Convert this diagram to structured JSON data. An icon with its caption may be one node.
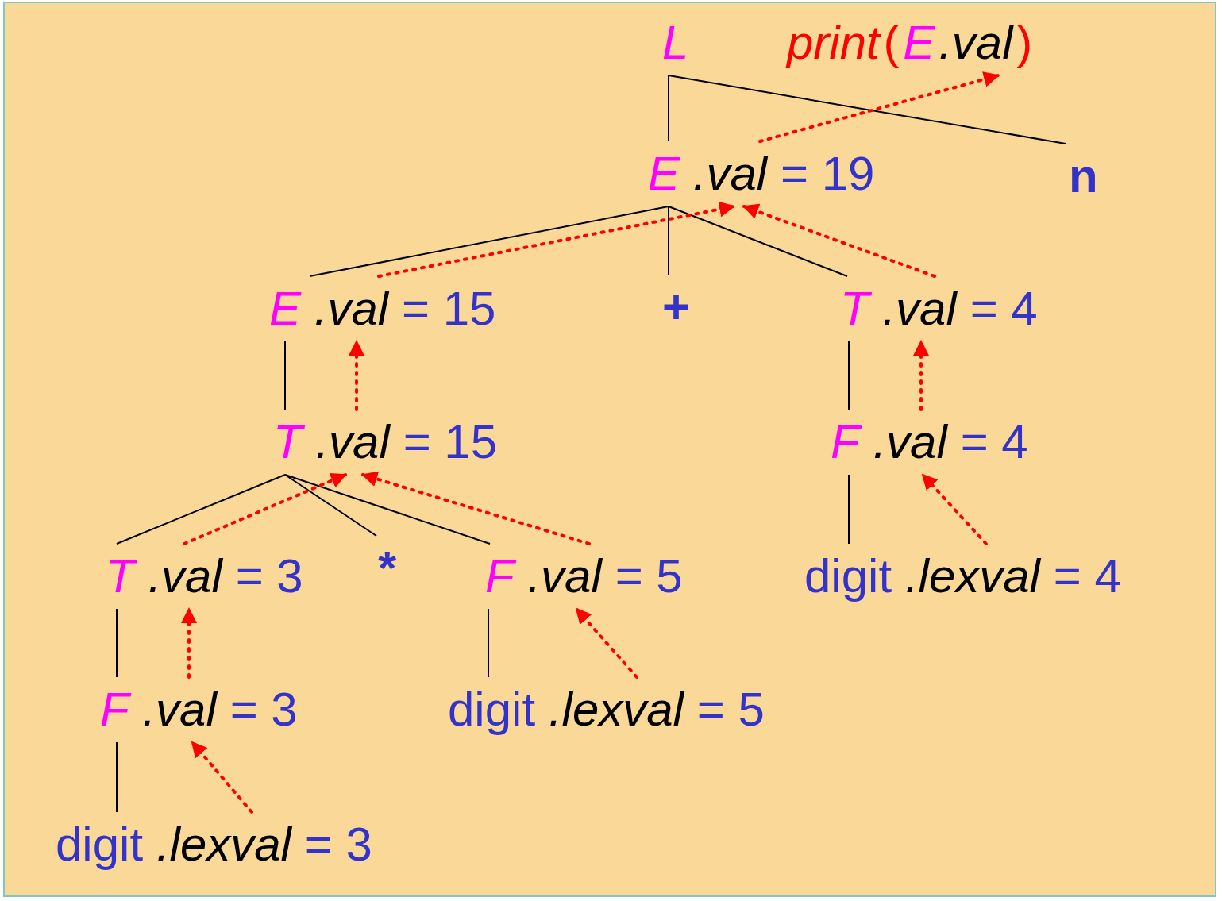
{
  "diagram": {
    "nodes": [
      {
        "text": [
          "L"
        ]
      },
      {
        "text": [
          "print",
          "(",
          "E",
          ".val",
          ")"
        ]
      },
      {
        "text": [
          "E",
          ".val",
          "= 19"
        ]
      },
      {
        "text": [
          "n"
        ]
      },
      {
        "text": [
          "E",
          ".val",
          "= 15"
        ]
      },
      {
        "text": [
          "+"
        ]
      },
      {
        "text": [
          "T",
          ".val",
          "= 4"
        ]
      },
      {
        "text": [
          "T",
          ".val",
          "= 15"
        ]
      },
      {
        "text": [
          "F",
          ".val",
          "= 4"
        ]
      },
      {
        "text": [
          "T",
          ".val",
          "= 3"
        ]
      },
      {
        "text": [
          "*"
        ]
      },
      {
        "text": [
          "F",
          ".val",
          "= 5"
        ]
      },
      {
        "text": [
          "digit",
          ".lexval",
          "= 4"
        ]
      },
      {
        "text": [
          "F",
          ".val",
          "= 3"
        ]
      },
      {
        "text": [
          "digit",
          ".lexval",
          "= 5"
        ]
      },
      {
        "text": [
          "digit",
          ".lexval",
          "= 3"
        ]
      }
    ],
    "edges": [
      {
        "from": 0,
        "to": 2,
        "arrow": "none"
      },
      {
        "from": 0,
        "to": 3,
        "arrow": "none"
      },
      {
        "from": 2,
        "to": 4,
        "arrow": "none"
      },
      {
        "from": 2,
        "to": 5,
        "arrow": "none"
      },
      {
        "from": 2,
        "to": 6,
        "arrow": "none"
      },
      {
        "from": 4,
        "to": 7,
        "arrow": "none"
      },
      {
        "from": 6,
        "to": 8,
        "arrow": "none"
      },
      {
        "from": 7,
        "to": 9,
        "arrow": "none"
      },
      {
        "from": 7,
        "to": 10,
        "arrow": "none"
      },
      {
        "from": 7,
        "to": 11,
        "arrow": "none"
      },
      {
        "from": 8,
        "to": 12,
        "arrow": "none"
      },
      {
        "from": 9,
        "to": 13,
        "arrow": "none"
      },
      {
        "from": 11,
        "to": 14,
        "arrow": "none"
      },
      {
        "from": 13,
        "to": 15,
        "arrow": "none"
      },
      {
        "from": 2,
        "to": 1,
        "arrow": "to",
        "style": "dashed",
        "color": "#ff0000"
      },
      {
        "from": 4,
        "to": 2,
        "arrow": "to",
        "style": "dashed",
        "color": "#ff0000"
      },
      {
        "from": 6,
        "to": 2,
        "arrow": "to",
        "style": "dashed",
        "color": "#ff0000"
      },
      {
        "from": 7,
        "to": 4,
        "arrow": "to",
        "style": "dashed",
        "color": "#ff0000"
      },
      {
        "from": 9,
        "to": 7,
        "arrow": "to",
        "style": "dashed",
        "color": "#ff0000"
      },
      {
        "from": 11,
        "to": 7,
        "arrow": "to",
        "style": "dashed",
        "color": "#ff0000"
      },
      {
        "from": 8,
        "to": 6,
        "arrow": "to",
        "style": "dashed",
        "color": "#ff0000"
      },
      {
        "from": 12,
        "to": 8,
        "arrow": "to",
        "style": "dashed",
        "color": "#ff0000"
      },
      {
        "from": 13,
        "to": 9,
        "arrow": "to",
        "style": "dashed",
        "color": "#ff0000"
      },
      {
        "from": 14,
        "to": 11,
        "arrow": "to",
        "style": "dashed",
        "color": "#ff0000"
      },
      {
        "from": 15,
        "to": 13,
        "arrow": "to",
        "style": "dashed",
        "color": "#ff0000"
      }
    ]
  }
}
